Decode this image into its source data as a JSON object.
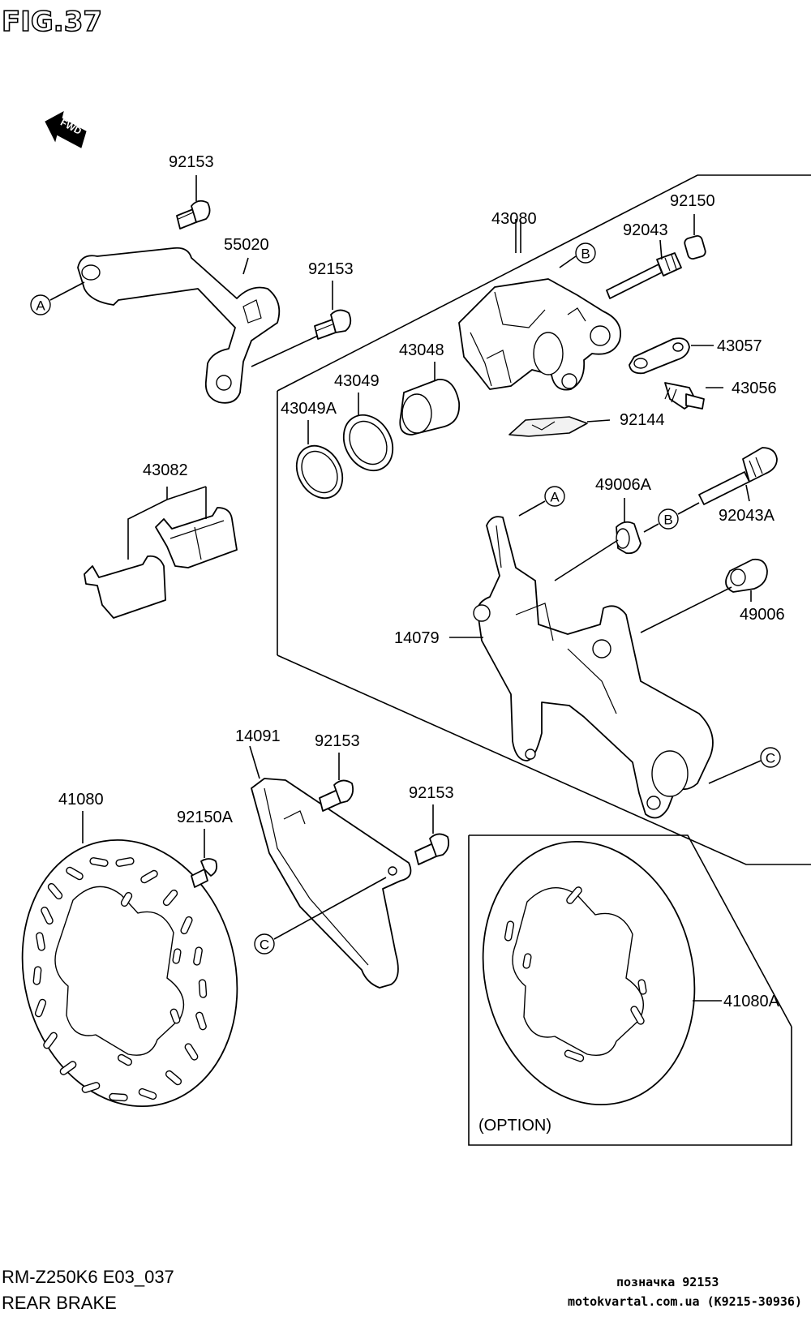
{
  "figure": {
    "title": "FIG.37",
    "fwd_label": "FWD"
  },
  "footer": {
    "model_code": "RM-Z250K6 E03_037",
    "section_name": "REAR BRAKE",
    "designation": "позначка 92153",
    "site_ref": "motokvartal.com.ua (K9215-30936)"
  },
  "callouts": {
    "a": "A",
    "b": "B",
    "c": "C"
  },
  "option_label": "(OPTION)",
  "parts": {
    "p92153_top": "92153",
    "p55020": "55020",
    "p92153_mid": "92153",
    "p43080": "43080",
    "p92150": "92150",
    "p92043": "92043",
    "p43057": "43057",
    "p43056": "43056",
    "p43048": "43048",
    "p43049": "43049",
    "p43049A": "43049A",
    "p92144": "92144",
    "p43082": "43082",
    "p49006A": "49006A",
    "p92043A": "92043A",
    "p49006": "49006",
    "p14079": "14079",
    "p14091": "14091",
    "p92153_guard1": "92153",
    "p92153_guard2": "92153",
    "p41080": "41080",
    "p92150A": "92150A",
    "p41080A": "41080A"
  },
  "colors": {
    "ink": "#000000",
    "paper": "#ffffff"
  }
}
